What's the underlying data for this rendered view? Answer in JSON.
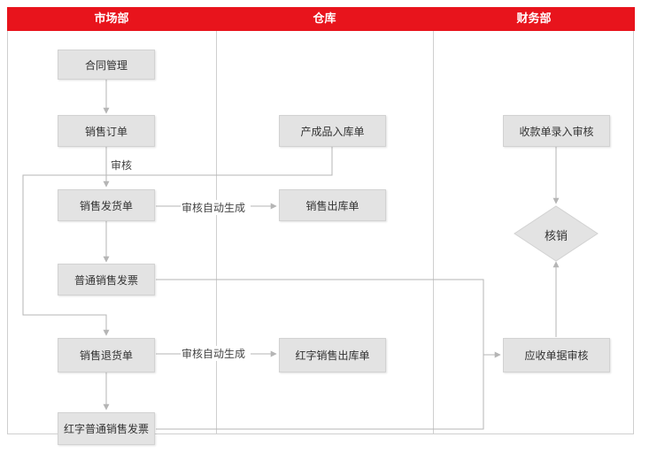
{
  "lanes": [
    {
      "label": "市场部"
    },
    {
      "label": "仓库"
    },
    {
      "label": "财务部"
    }
  ],
  "nodes": {
    "contract": "合同管理",
    "sales_order": "销售订单",
    "sales_delivery": "销售发货单",
    "normal_invoice": "普通销售发票",
    "sales_return": "销售退货单",
    "red_invoice": "红字普通销售发票",
    "product_inbound": "产成品入库单",
    "sales_outbound": "销售出库单",
    "red_outbound": "红字销售出库单",
    "receipt_entry": "收款单录入审核",
    "writeoff": "核销",
    "receivable_audit": "应收单据审核"
  },
  "edge_labels": {
    "audit": "审核",
    "auto_gen_1": "审核自动生成",
    "auto_gen_2": "审核自动生成"
  },
  "colors": {
    "header": "#e8141c",
    "node_fill": "#e3e3e3",
    "line": "#b5b5b5"
  }
}
